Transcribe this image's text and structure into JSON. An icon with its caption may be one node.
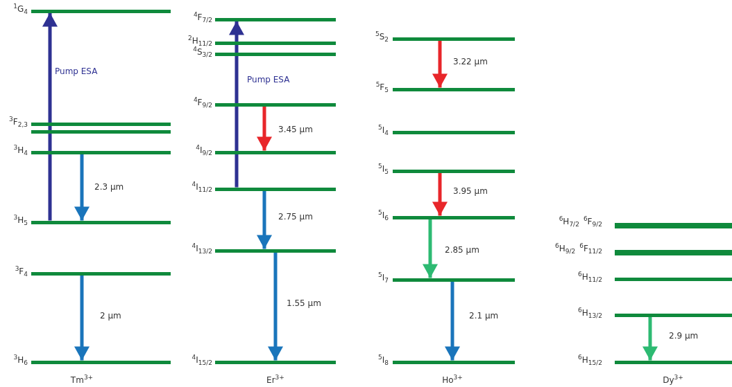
{
  "diagram": {
    "nodes": [
      {
        "text": [
          "$^{1}$G$_{4}$"
        ]
      },
      {
        "text": [
          "$^{3}$F$_{2,3}$"
        ]
      },
      {
        "text": [],
        "shape": "bar"
      },
      {
        "text": [
          "$^{3}$H$_{4}$"
        ]
      },
      {
        "text": [
          "$^{3}$H$_{5}$"
        ]
      },
      {
        "text": [
          "$^{3}$F$_{4}$"
        ]
      },
      {
        "text": [
          "$^{3}$H$_{6}$"
        ]
      },
      {
        "text": [
          "$^{4}$F$_{7/2}$"
        ]
      },
      {
        "text": [
          "$^{2}$H$_{11/2}$"
        ]
      },
      {
        "text": [
          "$^{4}$S$_{3/2}$"
        ]
      },
      {
        "text": [
          "$^{4}$F$_{9/2}$"
        ]
      },
      {
        "text": [
          "$^{4}$I$_{9/2}$"
        ]
      },
      {
        "text": [
          "$^{4}$I$_{11/2}$"
        ]
      },
      {
        "text": [
          "$^{4}$I$_{13/2}$"
        ]
      },
      {
        "text": [
          "$^{4}$I$_{15/2}$"
        ]
      },
      {
        "text": [
          "$^{5}$S$_{2}$"
        ]
      },
      {
        "text": [
          "$^{5}$F$_{5}$"
        ]
      },
      {
        "text": [
          "$^{5}$I$_{4}$"
        ]
      },
      {
        "text": [
          "$^{5}$I$_{5}$"
        ]
      },
      {
        "text": [
          "$^{5}$I$_{6}$"
        ]
      },
      {
        "text": [
          "$^{5}$I$_{7}$"
        ]
      },
      {
        "text": [
          "$^{5}$I$_{8}$"
        ]
      },
      {
        "text": [
          "$^{6}$H$_{7/2}$",
          "$^{6}$F$_{9/2}$"
        ]
      },
      {
        "text": [
          "$^{6}$H$_{9/2}$",
          "$^{6}$F$_{11/2}$"
        ]
      },
      {
        "text": [
          "$^{6}$H$_{11/2}$"
        ]
      },
      {
        "text": [
          "$^{6}$H$_{13/2}$"
        ]
      },
      {
        "text": [
          "$^{6}$H$_{15/2}$"
        ]
      }
    ],
    "edges": [
      {
        "from": 4,
        "to": 0,
        "arrow": "to",
        "label": "Pump ESA",
        "color": "#2e3192"
      },
      {
        "from": 3,
        "to": 4,
        "arrow": "to",
        "label": "2.3 µm"
      },
      {
        "from": 5,
        "to": 6,
        "arrow": "to",
        "label": "2 µm"
      },
      {
        "from": 12,
        "to": 7,
        "arrow": "to",
        "label": "Pump ESA",
        "color": "#2e3192"
      },
      {
        "from": 10,
        "to": 11,
        "arrow": "to",
        "label": "3.45 µm",
        "color": "#e8262a"
      },
      {
        "from": 12,
        "to": 13,
        "arrow": "to",
        "label": "2.75 µm"
      },
      {
        "from": 13,
        "to": 14,
        "arrow": "to",
        "label": "1.55 µm"
      },
      {
        "from": 15,
        "to": 16,
        "arrow": "to",
        "label": "3.22 µm",
        "color": "#e8262a"
      },
      {
        "from": 18,
        "to": 19,
        "arrow": "to",
        "label": "3.95 µm",
        "color": "#e8262a"
      },
      {
        "from": 19,
        "to": 20,
        "arrow": "to",
        "label": "2.85 µm",
        "color": "#2dba72"
      },
      {
        "from": 20,
        "to": 21,
        "arrow": "to",
        "label": "2.1 µm"
      },
      {
        "from": 25,
        "to": 26,
        "arrow": "to",
        "label": "2.9 µm",
        "color": "#2dba72"
      }
    ],
    "labels": [
      "Tm$^{3+}$",
      "Er$^{3+}$",
      "Ho$^{3+}$",
      "Dy$^{3+}$"
    ]
  }
}
